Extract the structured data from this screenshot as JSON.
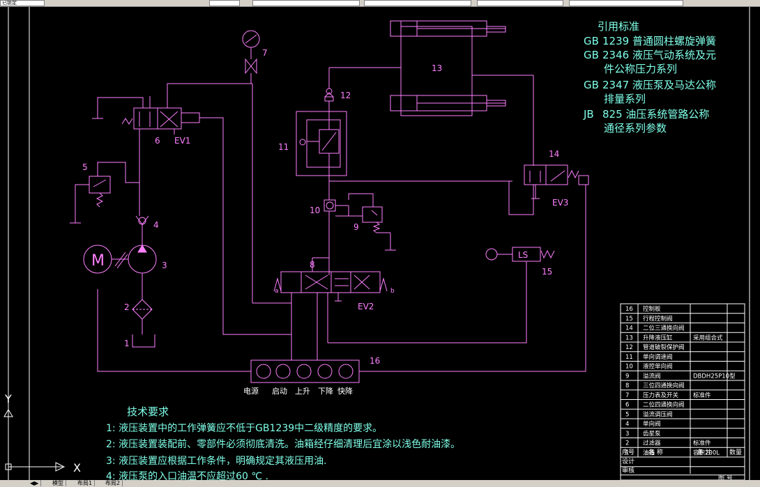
{
  "toolbar": {
    "item1": "已锁定",
    "item2": "",
    "item3": "",
    "item4": ""
  },
  "standards": {
    "title": "引用标准",
    "lines": [
      {
        "code": "GB",
        "text": "1239 普通圆柱螺旋弹簧"
      },
      {
        "code": "GB",
        "text": "2346 液压气动系统及元"
      },
      {
        "code": "",
        "text": "件公称压力系列"
      },
      {
        "code": "GB",
        "text": "2347 液压泵及马达公称"
      },
      {
        "code": "",
        "text": "排量系列"
      },
      {
        "code": "JB",
        "text": "825 油压系统管路公称"
      },
      {
        "code": "",
        "text": "通径系列参数"
      }
    ]
  },
  "tech": {
    "title": "技术要求",
    "items": [
      "1: 液压装置中的工作弹簧应不低于GB1239中二级精度的要求。",
      "2: 液压装置装配前、零部件必须彻底清洗。油箱经仔细清理后宜涂以浅色耐油漆。",
      "3: 液压装置应根据工作条件，明确规定其液压用油.",
      "4: 液压泵的入口油温不应超过60 ℃ ."
    ]
  },
  "labels": {
    "n1": "1",
    "n2": "2",
    "n3": "3",
    "n4": "4",
    "n5": "5",
    "n6": "6",
    "n7": "7",
    "n8": "8",
    "n9": "9",
    "n10": "10",
    "n11": "11",
    "n12": "12",
    "n13": "13",
    "n14": "14",
    "n15": "15",
    "n16": "16",
    "ev1": "EV1",
    "ev2": "EV2",
    "ev3": "EV3",
    "ls": "LS",
    "m": "M",
    "a": "a",
    "b": "b"
  },
  "buttons": [
    "电源",
    "启动",
    "上升",
    "下降",
    "快降"
  ],
  "parts": [
    {
      "no": "16",
      "name": "控制板",
      "note": ""
    },
    {
      "no": "15",
      "name": "行程控制阀",
      "note": ""
    },
    {
      "no": "14",
      "name": "二位三通换向阀",
      "note": ""
    },
    {
      "no": "13",
      "name": "升降液压缸",
      "note": "采用组合式"
    },
    {
      "no": "12",
      "name": "管道破裂保护阀",
      "note": ""
    },
    {
      "no": "11",
      "name": "单向调速阀",
      "note": ""
    },
    {
      "no": "10",
      "name": "液控单向阀",
      "note": ""
    },
    {
      "no": "9",
      "name": "溢流阀",
      "note": "DBDH25P10型"
    },
    {
      "no": "8",
      "name": "三位四通换向阀",
      "note": ""
    },
    {
      "no": "7",
      "name": "压力表及开关",
      "note": "标准件"
    },
    {
      "no": "6",
      "name": "二位四通换向阀",
      "note": ""
    },
    {
      "no": "5",
      "name": "溢流调压阀",
      "note": ""
    },
    {
      "no": "4",
      "name": "单向阀",
      "note": ""
    },
    {
      "no": "3",
      "name": "齿星泵",
      "note": ""
    },
    {
      "no": "2",
      "name": "过滤器",
      "note": "标准件"
    },
    {
      "no": "1",
      "name": "油箱",
      "note": "容积200L"
    }
  ],
  "table_header": {
    "no": "序号",
    "name": "名 称",
    "note": "备 注",
    "qty": "数量"
  },
  "table_footer": {
    "design": "设计",
    "review": "审核",
    "drawing": "图 号"
  },
  "axis": {
    "x": "X",
    "y": "Y"
  },
  "bottom_tabs": [
    "模型",
    "布局1",
    "布局2"
  ],
  "colors": {
    "line": "#ff80ff",
    "text": "#7fffe8",
    "frame": "#ffffff",
    "bg": "#000000"
  }
}
